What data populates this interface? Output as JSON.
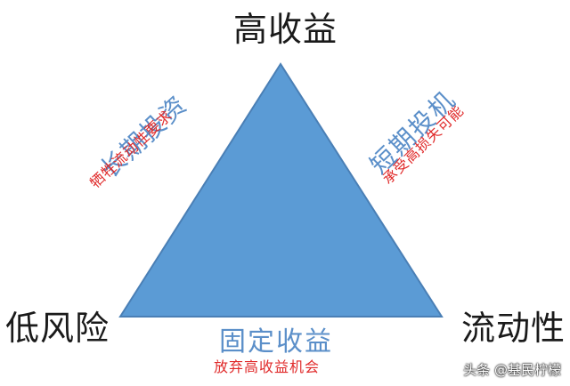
{
  "corners": {
    "top": "高收益",
    "bottom_left": "低风险",
    "bottom_right": "流动性"
  },
  "sides": {
    "left_title": "长期投资",
    "left_sub": "牺牲流动性要求",
    "right_title": "短期投机",
    "right_sub": "承受高损失可能",
    "bottom_title": "固定收益",
    "bottom_sub": "放弃高收益机会"
  },
  "watermark": "头条 @基民柠檬",
  "colors": {
    "triangle_fill": "#5b9bd5",
    "triangle_stroke": "#4a7fb5",
    "side_title": "#5b8fc9",
    "side_sub": "#e02a2a",
    "corner_text": "#1a1a1a"
  }
}
